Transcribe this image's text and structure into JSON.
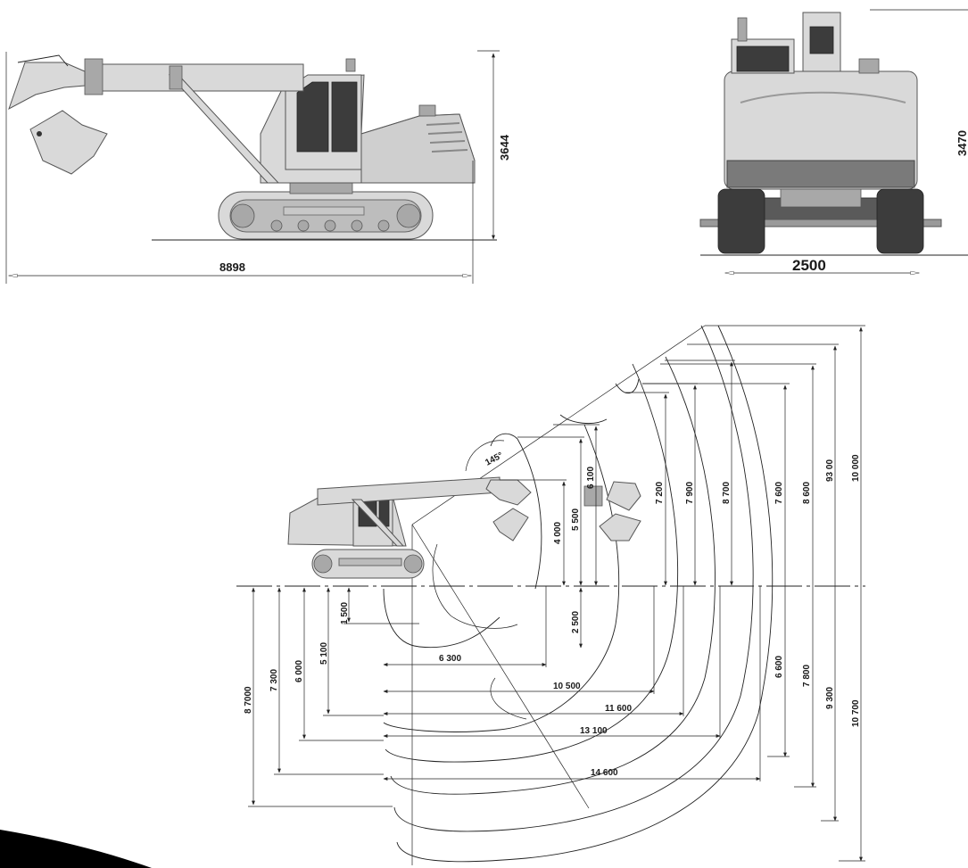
{
  "side_view": {
    "length": "8898",
    "height": "3644"
  },
  "front_view": {
    "width": "2500",
    "height": "3470"
  },
  "working_range": {
    "angle": "145°",
    "heights": [
      "4 000",
      "5 500",
      "6 100",
      "7 200",
      "7 900",
      "8 700",
      "7 600",
      "8 600",
      "93 00",
      "10 000"
    ],
    "depths": [
      "1 500",
      "2 500",
      "5 100",
      "6 000",
      "7 300",
      "8 7000",
      "6 600",
      "7 800",
      "9 300",
      "10 700"
    ],
    "reaches": [
      "6 300",
      "10 500",
      "11 600",
      "13 100",
      "14 600"
    ]
  }
}
